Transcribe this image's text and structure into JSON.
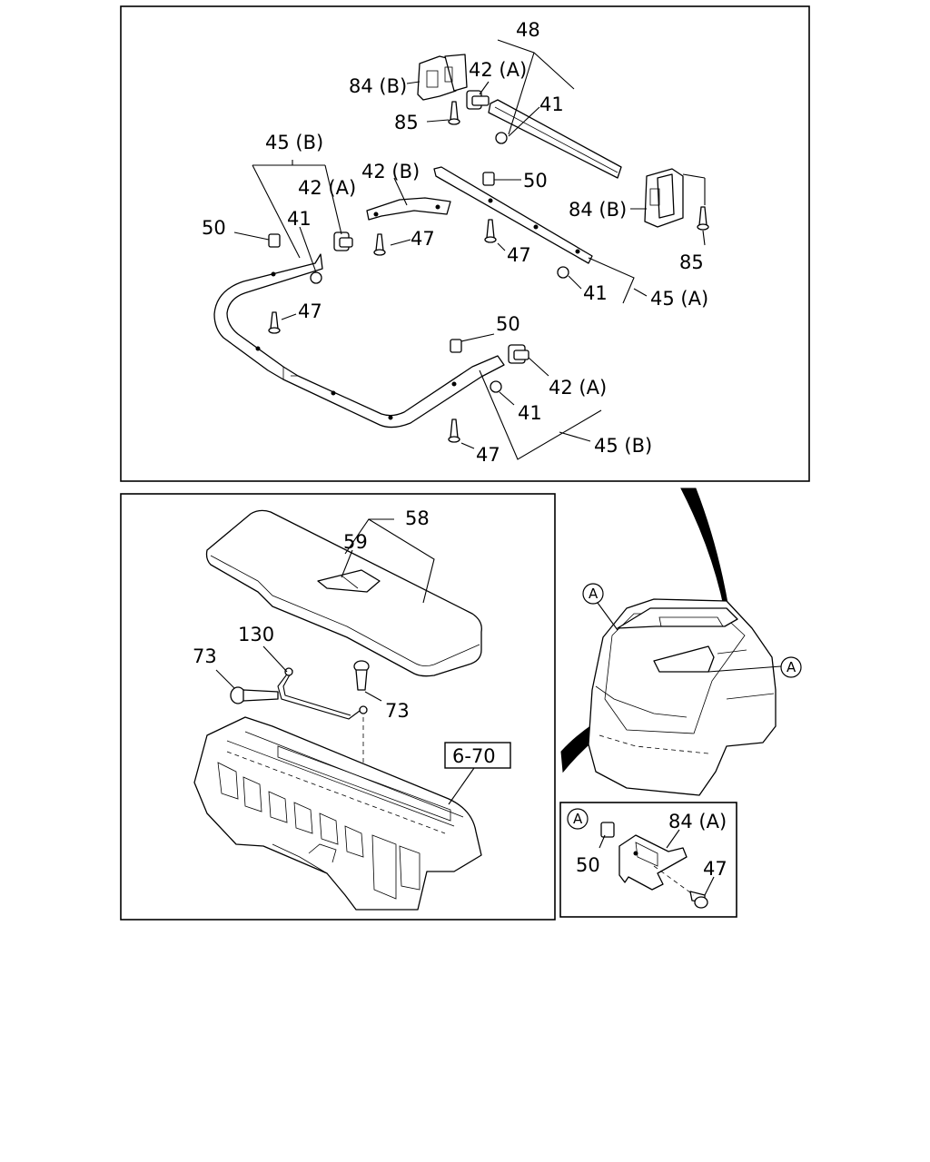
{
  "panels": {
    "top": {
      "labels": {
        "l48": "48",
        "l84b_top": "84 (B)",
        "l42a_top": "42 (A)",
        "l85_top": "85",
        "l41_top": "41",
        "l45b_left": "45 (B)",
        "l42a_left": "42 (A)",
        "l42b": "42 (B)",
        "l50_mid": "50",
        "l84b_right": "84 (B)",
        "l50_left": "50",
        "l41_left": "41",
        "l47_mid": "47",
        "l47_center": "47",
        "l85_right": "85",
        "l41_right": "41",
        "l45a": "45 (A)",
        "l47_left": "47",
        "l50_bottom": "50",
        "l42a_bottom": "42 (A)",
        "l41_bottom": "41",
        "l45b_bottom": "45 (B)",
        "l47_bottom": "47"
      }
    },
    "bottom_left": {
      "labels": {
        "l58": "58",
        "l59": "59",
        "l130": "130",
        "l73_left": "73",
        "l73_right": "73",
        "ref_6_70": "6-70"
      }
    },
    "vehicle": {
      "labels": {
        "marker_a_left": "A",
        "marker_a_right": "A"
      }
    },
    "detail_a": {
      "labels": {
        "marker_a": "A",
        "l84a": "84 (A)",
        "l50": "50",
        "l47": "47"
      }
    }
  }
}
